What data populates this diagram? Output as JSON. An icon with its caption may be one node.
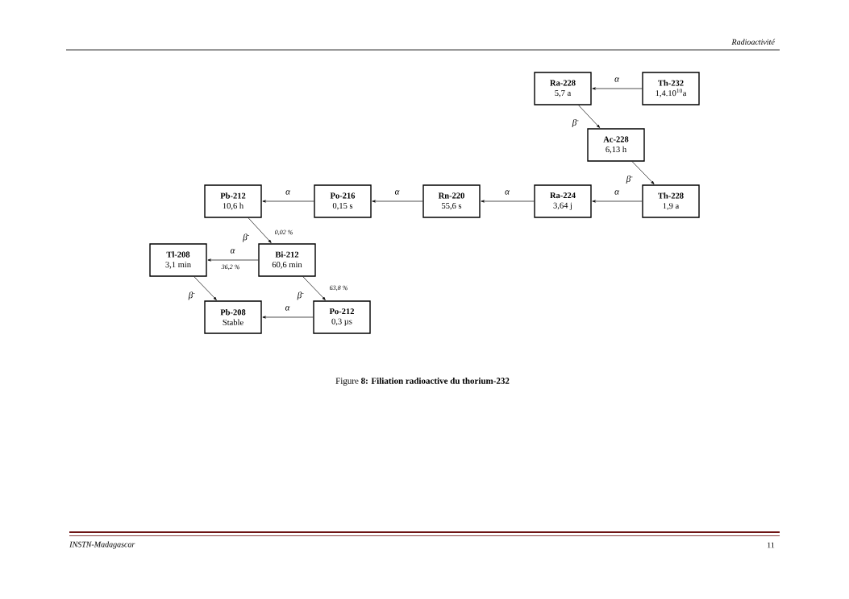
{
  "diagram": {
    "caption": "Figure **8: Filiation radioactive du thorium-232**",
    "nodes": [
      {
        "text": [
          "Th-232",
          "1,4.10$^{10}$a"
        ]
      },
      {
        "text": [
          "Ra-228",
          "5,7 a"
        ]
      },
      {
        "text": [
          "Ac-228",
          "6,13 h"
        ]
      },
      {
        "text": [
          "Th-228",
          "1,9 a"
        ]
      },
      {
        "text": [
          "Ra-224",
          "3,64 j"
        ]
      },
      {
        "text": [
          "Rn-220",
          "55,6 s"
        ]
      },
      {
        "text": [
          "Po-216",
          "0,15 s"
        ]
      },
      {
        "text": [
          "Pb-212",
          "10,6 h"
        ]
      },
      {
        "text": [
          "Bi-212",
          "60,6 min"
        ]
      },
      {
        "text": [
          "Tl-208",
          "3,1 min"
        ]
      },
      {
        "text": [
          "Po-212",
          "0,3 µs"
        ]
      },
      {
        "text": [
          "Pb-208",
          "Stable"
        ]
      }
    ],
    "edges": [
      {
        "from": 0,
        "to": 1,
        "arrow": "to",
        "label": "α"
      },
      {
        "from": 1,
        "to": 2,
        "arrow": "to",
        "label": "β$^{-}$"
      },
      {
        "from": 2,
        "to": 3,
        "arrow": "to",
        "label": "β$^{-}$"
      },
      {
        "from": 3,
        "to": 4,
        "arrow": "to",
        "label": "α"
      },
      {
        "from": 4,
        "to": 5,
        "arrow": "to",
        "label": "α"
      },
      {
        "from": 5,
        "to": 6,
        "arrow": "to",
        "label": "α"
      },
      {
        "from": 6,
        "to": 7,
        "arrow": "to",
        "label": "α"
      },
      {
        "from": 7,
        "to": 8,
        "arrow": "to",
        "label": "β$^{-}$"
      },
      {
        "from": 8,
        "to": 9,
        "arrow": "to",
        "label": "α"
      },
      {
        "from": 9,
        "to": 11,
        "arrow": "to",
        "label": "β$^{-}$"
      },
      {
        "from": 8,
        "to": 10,
        "arrow": "to",
        "label": "β$^{-}$"
      },
      {
        "from": 10,
        "to": 11,
        "arrow": "to",
        "label": "α"
      }
    ],
    "labels": [
      "Radioactivité",
      "0,02 %",
      "36,2 %",
      "63,8 %",
      "INSTN-Madagascar",
      "11"
    ]
  }
}
